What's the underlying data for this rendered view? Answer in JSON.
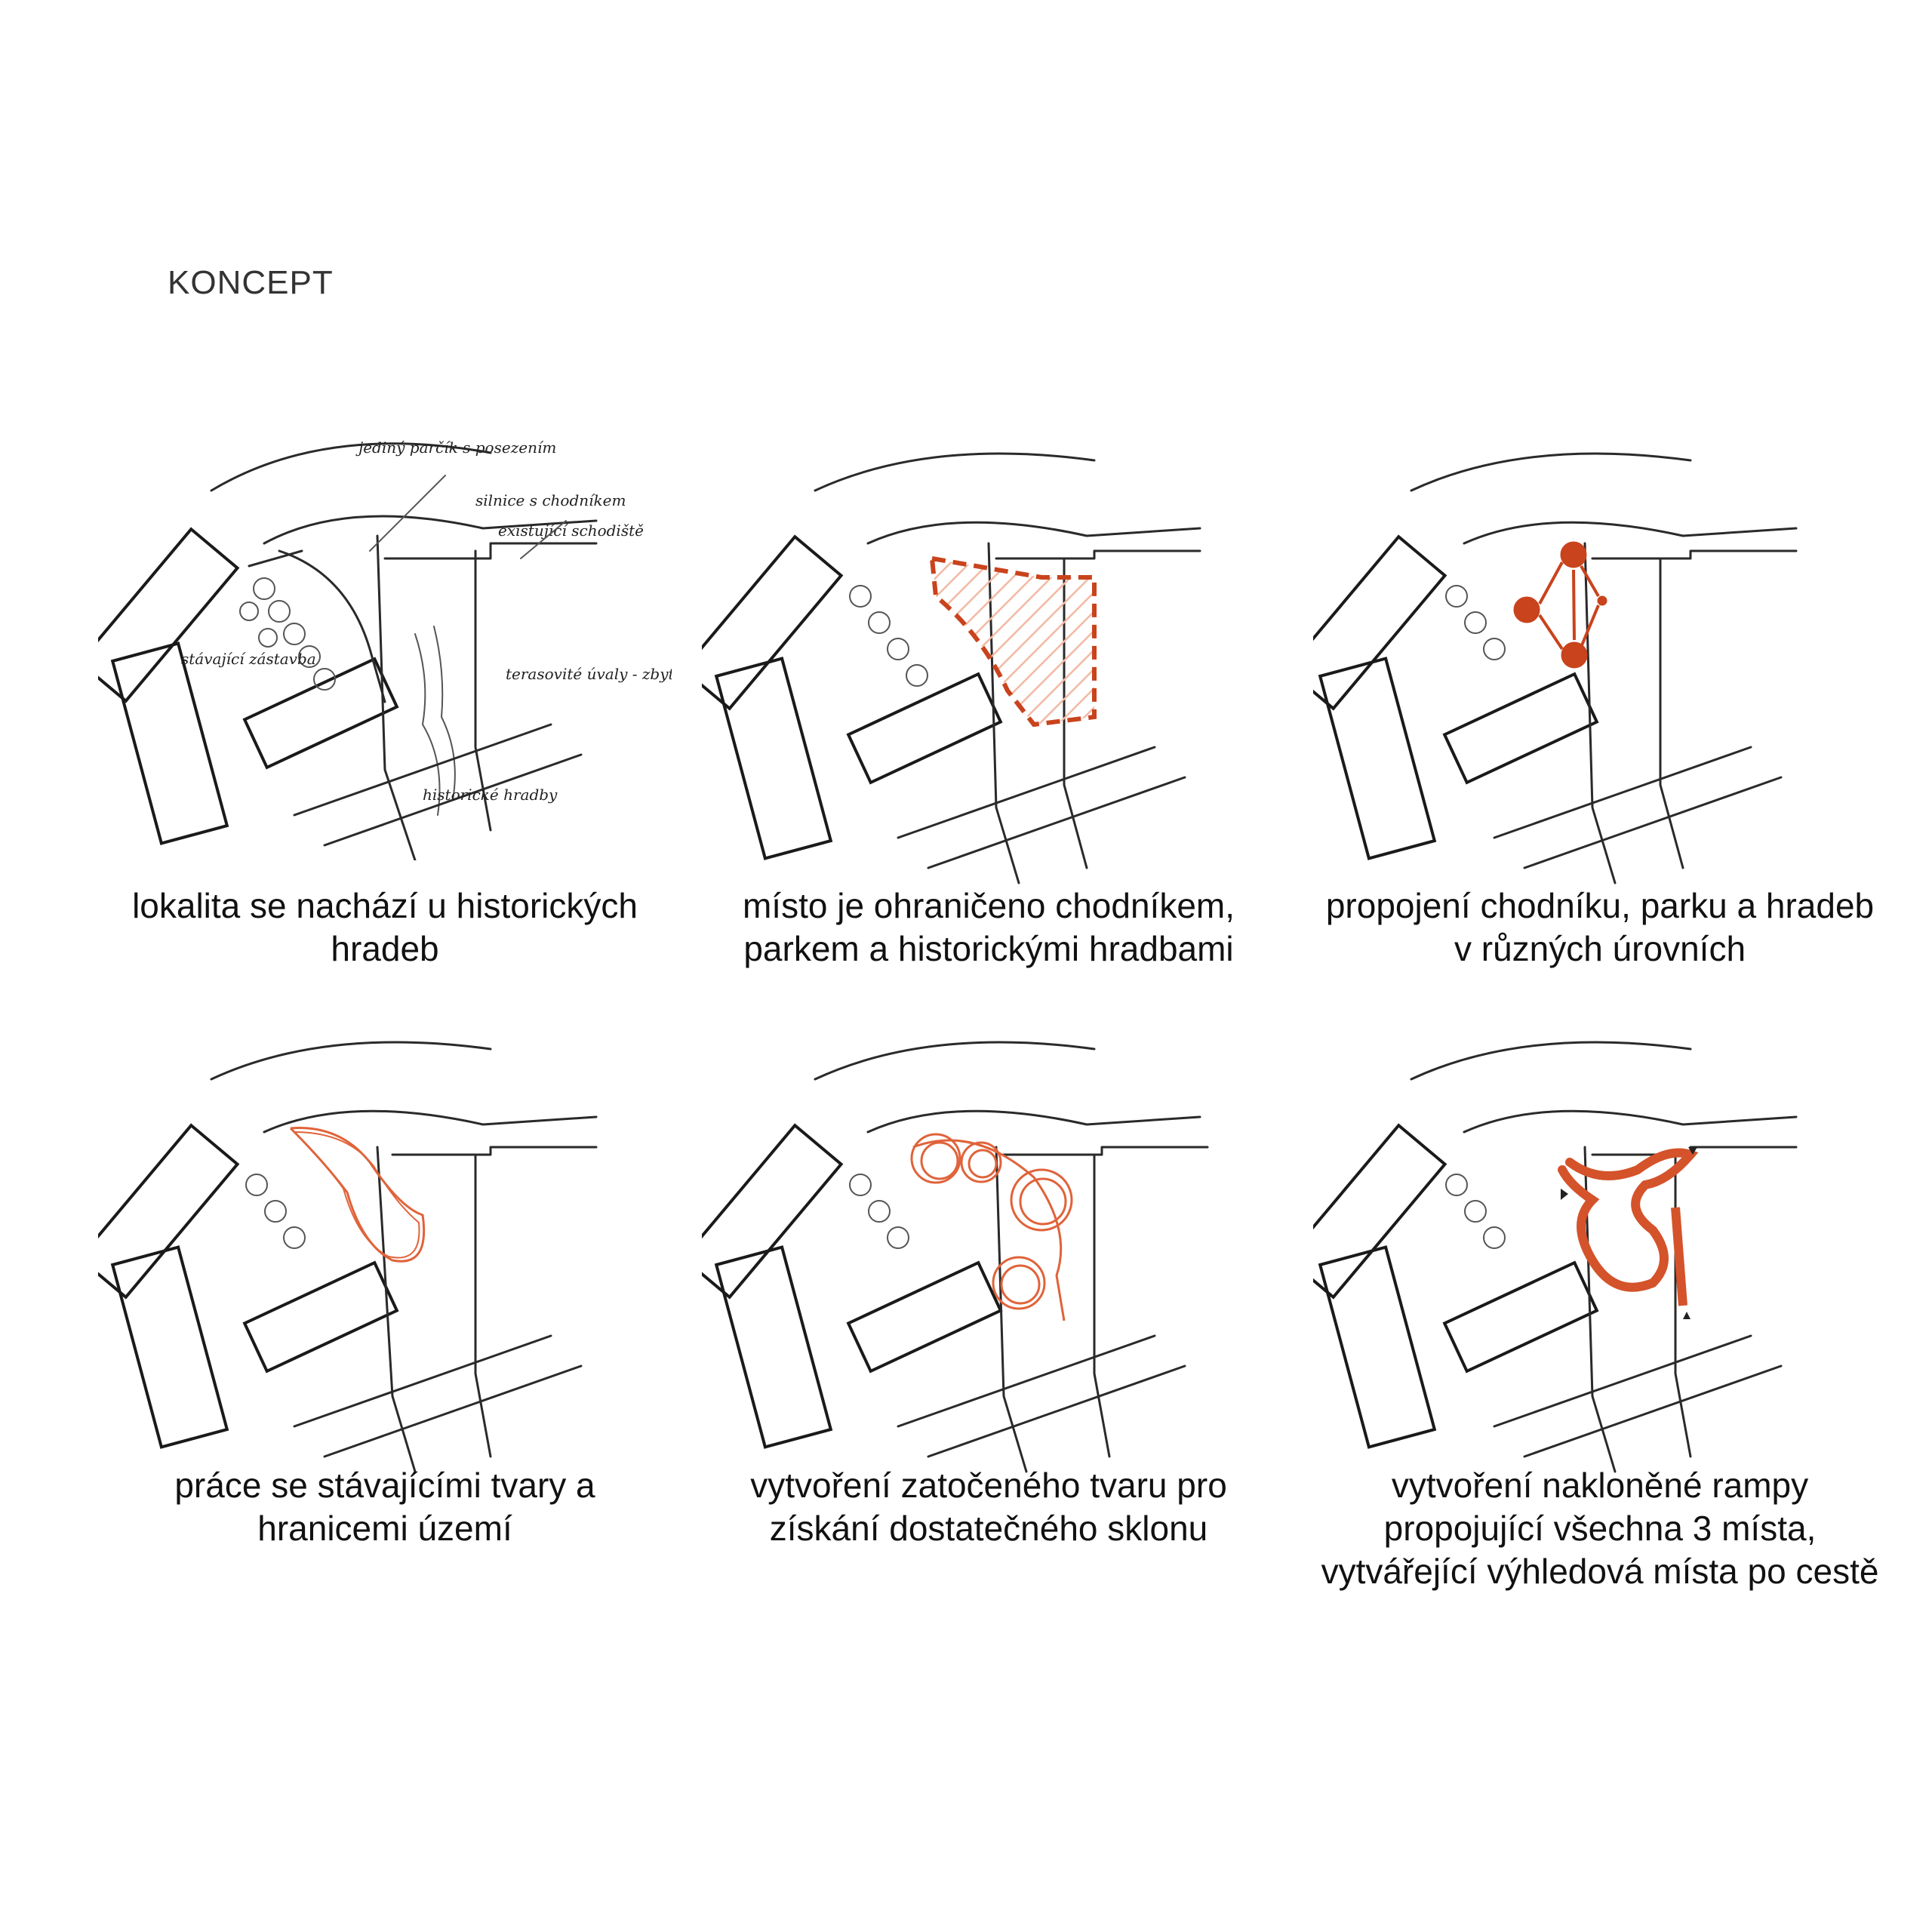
{
  "page": {
    "title": "KONCEPT"
  },
  "panels": [
    {
      "caption": "lokalita se nachází u historických hradeb",
      "annotations": [
        "jediný parčík s posezením",
        "silnice s chodníkem",
        "existující schodiště",
        "stávající zástavba",
        "terasovité úvaly - zbytky hradeb",
        "historické hradby"
      ]
    },
    {
      "caption": "místo je ohraničeno chodníkem, parkem a historickými hradbami"
    },
    {
      "caption": "propojení chodníku, parku a hradeb v různých úrovních"
    },
    {
      "caption": "práce se stávajícími tvary a hranicemi území"
    },
    {
      "caption": "vytvoření zatočeného tvaru pro získání dostatečného sklonu"
    },
    {
      "caption": "vytvoření nakloněné rampy propojující všechna 3 místa, vytvářející výhledová místa po cestě"
    }
  ],
  "colors": {
    "accent": "#c9431c",
    "hatch": "#f2b9a3",
    "ink": "#2a2a2a"
  }
}
